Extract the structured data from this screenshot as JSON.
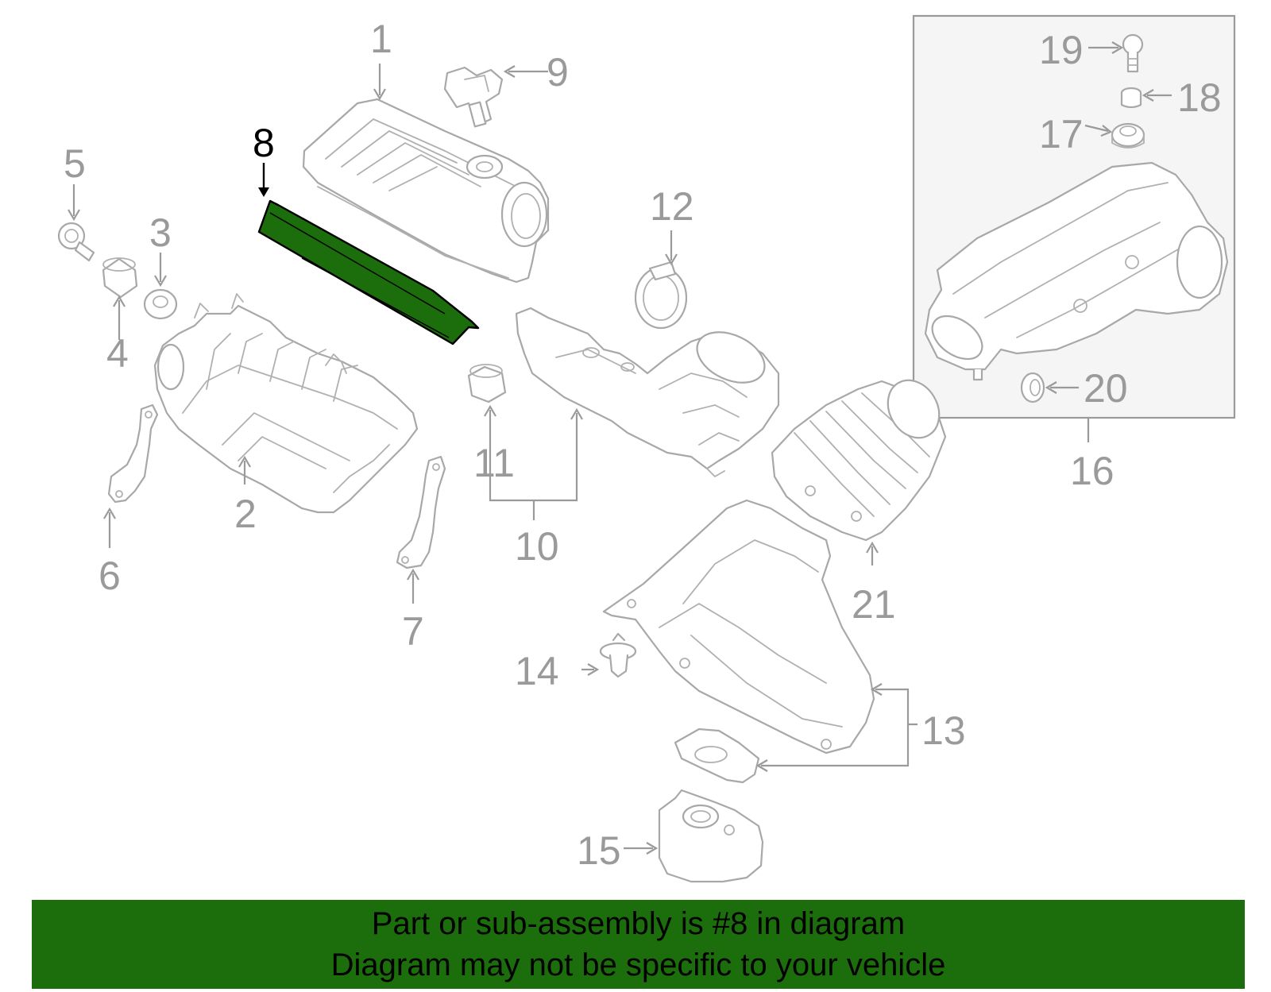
{
  "diagram": {
    "highlight_color": "#1b6e0b",
    "highlighted_part": "8",
    "callouts": {
      "c1": "1",
      "c2": "2",
      "c3": "3",
      "c4": "4",
      "c5": "5",
      "c6": "6",
      "c7": "7",
      "c8": "8",
      "c9": "9",
      "c10": "10",
      "c11": "11",
      "c12": "12",
      "c13": "13",
      "c14": "14",
      "c15": "15",
      "c16": "16",
      "c17": "17",
      "c18": "18",
      "c19": "19",
      "c20": "20",
      "c21": "21"
    }
  },
  "banner": {
    "line1": "Part or sub-assembly is #8 in diagram",
    "line2": "Diagram may not be specific to your vehicle"
  }
}
